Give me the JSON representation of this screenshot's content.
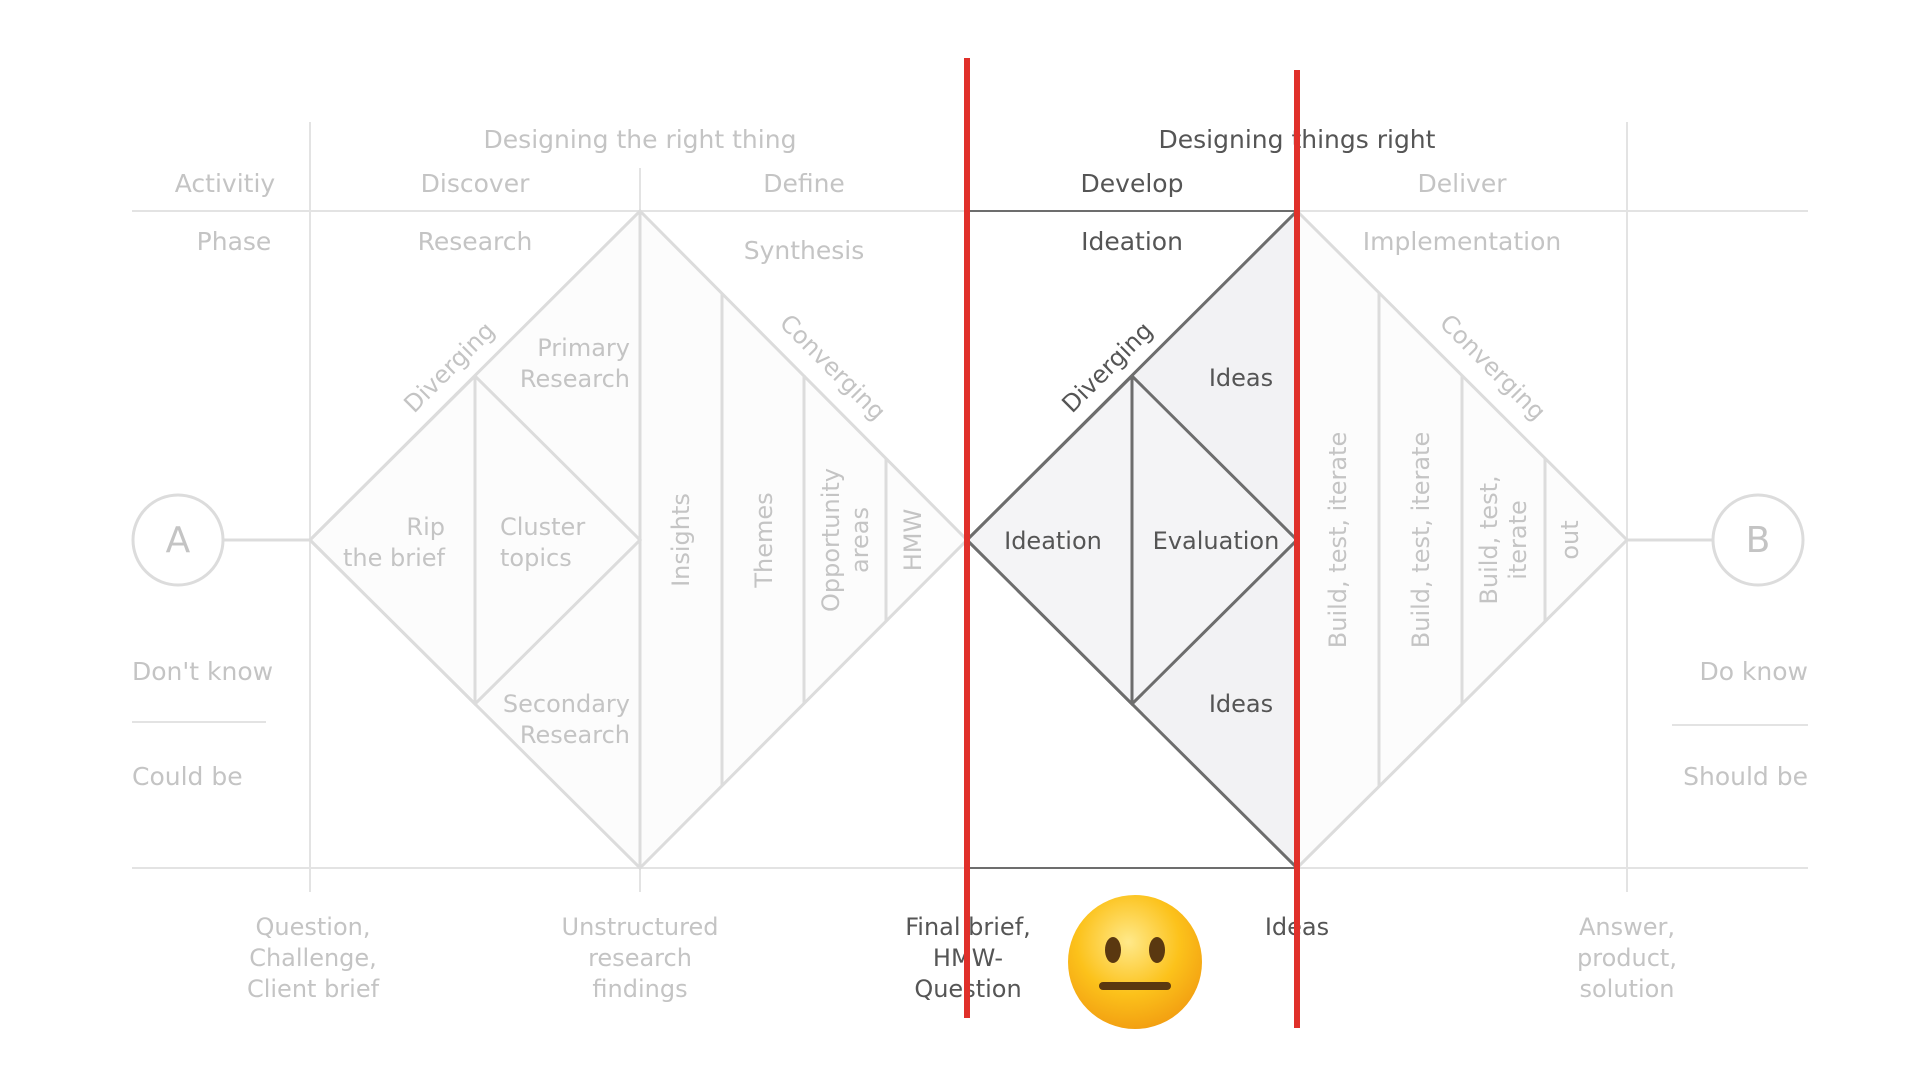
{
  "header": {
    "group_left": "Designing the right thing",
    "group_right": "Designing things right",
    "row_activity": "Activitiy",
    "row_phase": "Phase"
  },
  "activities": [
    "Discover",
    "Define",
    "Develop",
    "Deliver"
  ],
  "phases": [
    "Research",
    "Synthesis",
    "Ideation",
    "Implementation"
  ],
  "start": {
    "letter": "A",
    "top_label": "Don't know",
    "bottom_label": "Could be"
  },
  "end": {
    "letter": "B",
    "top_label": "Do know",
    "bottom_label": "Should be"
  },
  "diamond1": {
    "diverging": "Diverging",
    "converging": "Converging",
    "rip": [
      "Rip",
      "the brief"
    ],
    "cluster": [
      "Cluster",
      "topics"
    ],
    "primary": [
      "Primary",
      "Research"
    ],
    "secondary": [
      "Secondary",
      "Research"
    ],
    "insights": "Insights",
    "themes": "Themes",
    "opportunity": [
      "Opportunity",
      "areas"
    ],
    "hmw": "HMW"
  },
  "diamond2": {
    "diverging": "Diverging",
    "converging": "Converging",
    "ideation": "Ideation",
    "evaluation": "Evaluation",
    "ideas_top": "Ideas",
    "ideas_bottom": "Ideas",
    "build1": "Build, test, iterate",
    "build2": "Build, test, iterate",
    "build3": [
      "Build, test,",
      "iterate"
    ],
    "out": "out"
  },
  "outputs": {
    "question": [
      "Question,",
      "Challenge,",
      "Client brief"
    ],
    "unstructured": [
      "Unstructured",
      "research",
      "findings"
    ],
    "final_brief": [
      "Final brief,",
      "HMW-",
      "Question"
    ],
    "ideas": "Ideas",
    "answer": [
      "Answer,",
      "product,",
      "solution"
    ]
  },
  "emoji": "😐",
  "colors": {
    "highlight_lines": "#e0302a",
    "faded_text": "#c4c4c4",
    "active_text": "#555555",
    "active_fill": "#f2f2f4"
  }
}
